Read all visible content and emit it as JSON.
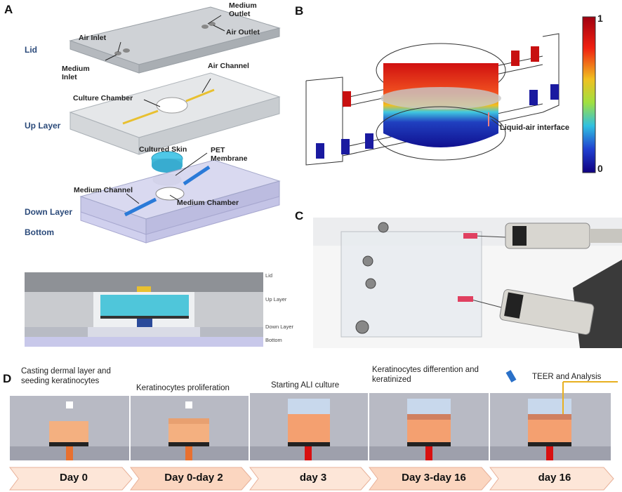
{
  "panels": {
    "a": "A",
    "b": "B",
    "c": "C",
    "d": "D"
  },
  "panel_a": {
    "layers": {
      "lid": "Lid",
      "up_layer": "Up Layer",
      "down_layer": "Down Layer",
      "bottom": "Bottom"
    },
    "callouts": {
      "medium_outlet": "Medium Outlet",
      "air_inlet": "Air Inlet",
      "air_outlet": "Air Outlet",
      "medium_inlet": "Medium Inlet",
      "air_channel": "Air Channel",
      "culture_chamber": "Culture Chamber",
      "cultured_skin": "Cultured Skin",
      "pet_membrane": "PET Membrane",
      "medium_channel": "Medium Channel",
      "medium_chamber": "Medium Chamber"
    },
    "cross_section_labels": {
      "lid": "Lid",
      "up_layer": "Up Layer",
      "down_layer": "Down Layer",
      "bottom": "Bottom"
    }
  },
  "panel_b": {
    "colorbar_max": "1",
    "colorbar_min": "0",
    "annotation": "Liquid-air interface",
    "colors": {
      "high": "#d01010",
      "mid_high": "#f0a020",
      "mid": "#e8e820",
      "mid_low": "#30c0e0",
      "low": "#1010a0"
    }
  },
  "panel_d": {
    "stages": [
      {
        "title": "Casting dermal layer and seeding keratinocytes",
        "day": "Day 0"
      },
      {
        "title": "Keratinocytes proliferation",
        "day": "Day 0-day 2"
      },
      {
        "title": "Starting ALI culture",
        "day": "day 3"
      },
      {
        "title": "Keratinocytes differention and keratinized",
        "day": "Day 3-day 16"
      },
      {
        "title": "TEER and Analysis",
        "day": "day 16"
      }
    ]
  }
}
